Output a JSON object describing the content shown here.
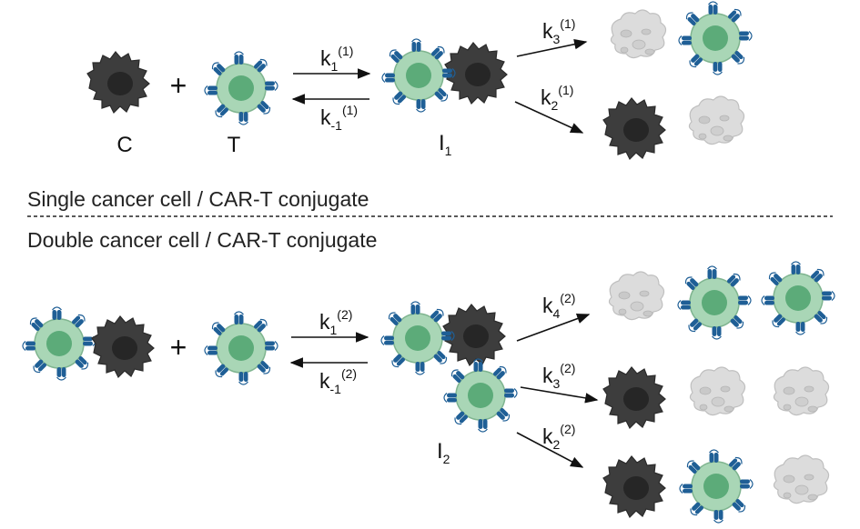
{
  "colors": {
    "cancer_outer": "#3d3d3d",
    "cancer_inner": "#262626",
    "tcell_outer": "#a9d6b6",
    "tcell_ring": "#7fb48f",
    "tcell_inner": "#4fa36e",
    "receptor": "#1f5f96",
    "receptor_light": "#f2f6fa",
    "dead_cell": "#dcdcdc",
    "dead_cell_edge": "#bfbfbf",
    "arrow": "#111111",
    "divider": "#222222"
  },
  "sections": {
    "single": {
      "heading": "Single cancer cell / CAR-T conjugate"
    },
    "double": {
      "heading": "Double cancer cell / CAR-T conjugate"
    }
  },
  "single": {
    "labels": {
      "cancer": "C",
      "tcell": "T",
      "complex": "I",
      "complex_sub": "1"
    },
    "plus": "+",
    "rates": {
      "forward": {
        "k": "k",
        "sub": "1",
        "sup": "(1)"
      },
      "backward": {
        "k": "k",
        "sub": "-1",
        "sup": "(1)"
      },
      "kill": {
        "k": "k",
        "sub": "3",
        "sup": "(1)"
      },
      "exhaust": {
        "k": "k",
        "sub": "2",
        "sup": "(1)"
      }
    }
  },
  "double": {
    "labels": {
      "complex": "I",
      "complex_sub": "2"
    },
    "plus": "+",
    "rates": {
      "forward": {
        "k": "k",
        "sub": "1",
        "sup": "(2)"
      },
      "backward": {
        "k": "k",
        "sub": "-1",
        "sup": "(2)"
      },
      "path_a": {
        "k": "k",
        "sub": "4",
        "sup": "(2)"
      },
      "path_b": {
        "k": "k",
        "sub": "3",
        "sup": "(2)"
      },
      "path_c": {
        "k": "k",
        "sub": "2",
        "sup": "(2)"
      }
    }
  },
  "icons": {
    "cancer": "cancer-cell-icon",
    "tcell": "car-t-cell-icon",
    "dead": "dead-cell-icon"
  }
}
